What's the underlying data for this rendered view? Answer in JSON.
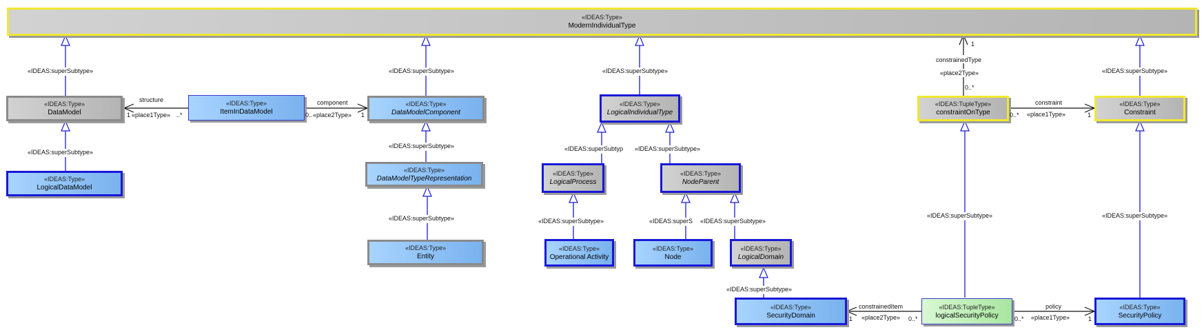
{
  "colors": {
    "generalization": "#1a1ad6",
    "association": "#111111",
    "gray_fill": "#c0c0c0",
    "blue_fill": "#8ec4fa",
    "green_fill": "#bff0b8",
    "highlight_border": "#f0e830"
  },
  "classes": {
    "modern": {
      "stereotype": "«IDEAS:Type»",
      "name": "ModernIndividualType"
    },
    "datamodel": {
      "stereotype": "«IDEAS:Type»",
      "name": "DataModel"
    },
    "logicaldatamodel": {
      "stereotype": "«IDEAS:Type»",
      "name": "LogicalDataModel"
    },
    "itemindatamodel": {
      "stereotype": "«IDEAS:Type»",
      "name": "ItemInDataModel"
    },
    "datamodelcomponent": {
      "stereotype": "«IDEAS:Type»",
      "name": "DataModelComponent"
    },
    "datamodeltyperep": {
      "stereotype": "«IDEAS:Type»",
      "name": "DataModelTypeRepresentation"
    },
    "entity": {
      "stereotype": "«IDEAS:Type»",
      "name": "Entity"
    },
    "logicalindividualtype": {
      "stereotype": "«IDEAS:Type»",
      "name": "LogicalIndividualType"
    },
    "logicalprocess": {
      "stereotype": "«IDEAS:Type»",
      "name": "LogicalProcess"
    },
    "operationalactivity": {
      "stereotype": "«IDEAS:Type»",
      "name": "Operational Activity"
    },
    "nodeparent": {
      "stereotype": "«IDEAS:Type»",
      "name": "NodeParent"
    },
    "node": {
      "stereotype": "«IDEAS:Type»",
      "name": "Node"
    },
    "logicaldomain": {
      "stereotype": "«IDEAS:Type»",
      "name": "LogicalDomain"
    },
    "securitydomain": {
      "stereotype": "«IDEAS:Type»",
      "name": "SecurityDomain"
    },
    "constraintontype": {
      "stereotype": "«IDEAS:TupleType»",
      "name": "constraintOnType"
    },
    "constraint": {
      "stereotype": "«IDEAS:Type»",
      "name": "Constraint"
    },
    "logicalsecuritypolicy": {
      "stereotype": "«IDEAS:TupleType»",
      "name": "logicalSecurityPolicy"
    },
    "securitypolicy": {
      "stereotype": "«IDEAS:Type»",
      "name": "SecurityPolicy"
    }
  },
  "labels": {
    "supersubtype": "«IDEAS:superSubtype»",
    "supersubtype_cut": "«IDEAS:superSubtyp",
    "supersubtype_cut2": "«IDEAS:superS",
    "structure": "structure",
    "component": "component",
    "constrainedType": "constrainedType",
    "constraint": "constraint",
    "constrainedItem": "constrainedItem",
    "policy": "policy",
    "place1Type": "«place1Type»",
    "place2Type": "«place2Type»",
    "one": "1",
    "many": "0..*",
    "many_short": "0..",
    "many_dots": "..*"
  }
}
